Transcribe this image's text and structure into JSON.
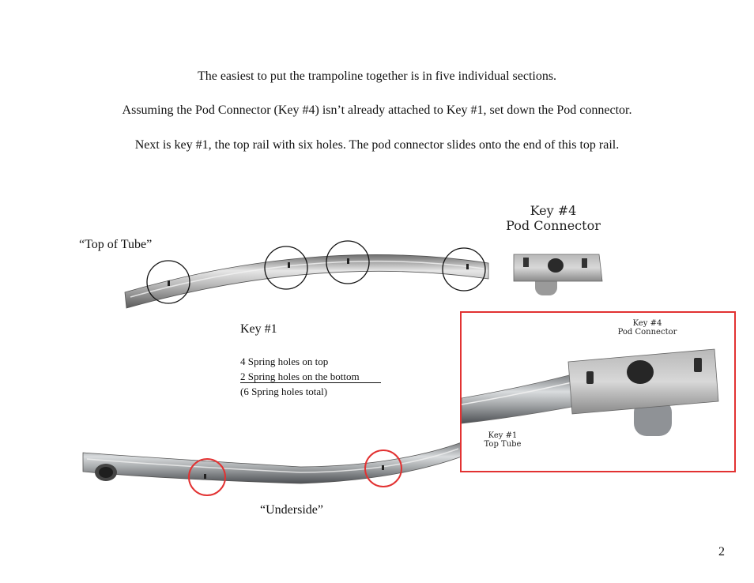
{
  "page": {
    "paragraphs": [
      "The easiest to put the trampoline together is in five individual sections.",
      "Assuming the Pod Connector (Key #4)  isn’t already attached to Key #1, set down the Pod connector.",
      "Next is key #1, the top rail with six holes.  The pod connector slides onto the end of this top rail."
    ],
    "page_number": "2"
  },
  "photo_top": {
    "caption": "“Top of Tube”",
    "pod_label_line1": "Key #4",
    "pod_label_line2": "Pod Connector"
  },
  "key1_notes": {
    "title": "Key #1",
    "line1": "4 Spring holes on top",
    "line2": "2 Spring holes on the bottom",
    "line3": "(6 Spring holes total)"
  },
  "inset": {
    "pod_line1": "Key #4",
    "pod_line2": "Pod Connector",
    "tube_line1": "Key #1",
    "tube_line2": "Top Tube",
    "frame_color": "#e23232"
  },
  "photo_bottom": {
    "caption": "“Underside”",
    "circle_color": "#e23232"
  }
}
